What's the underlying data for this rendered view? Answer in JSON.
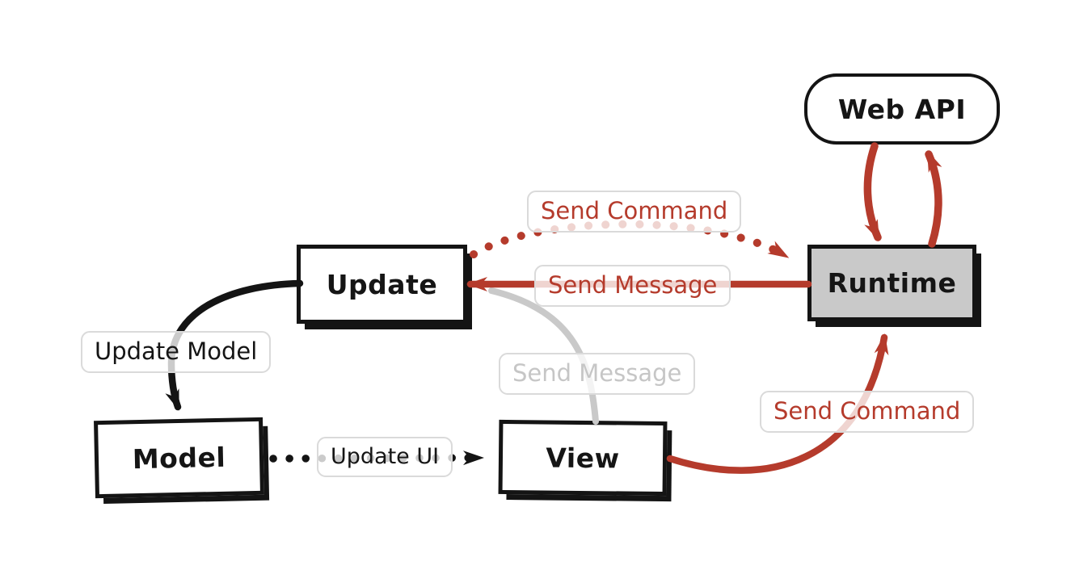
{
  "diagram": {
    "type": "architecture-flow-diagram",
    "nodes": {
      "web_api": {
        "label": "Web API",
        "shape": "rounded",
        "fill": "#ffffff"
      },
      "runtime": {
        "label": "Runtime",
        "shape": "rect",
        "fill": "#c9c9c9"
      },
      "update": {
        "label": "Update",
        "shape": "rect",
        "fill": "#ffffff"
      },
      "model": {
        "label": "Model",
        "shape": "rect",
        "fill": "#ffffff"
      },
      "view": {
        "label": "View",
        "shape": "rect",
        "fill": "#ffffff"
      }
    },
    "edges": [
      {
        "from": "Update",
        "to": "Runtime",
        "label": "Send Command",
        "style": "dotted",
        "color": "#b53b2c"
      },
      {
        "from": "Runtime",
        "to": "Update",
        "label": "Send Message",
        "style": "solid",
        "color": "#b53b2c"
      },
      {
        "from": "View",
        "to": "Update",
        "label": "Send Message",
        "style": "solid",
        "color": "#c9c9c9"
      },
      {
        "from": "View",
        "to": "Runtime",
        "label": "Send Command",
        "style": "solid",
        "color": "#b53b2c"
      },
      {
        "from": "Update",
        "to": "Model",
        "label": "Update Model",
        "style": "solid",
        "color": "#141414"
      },
      {
        "from": "Model",
        "to": "View",
        "label": "Update UI",
        "style": "dotted",
        "color": "#141414"
      },
      {
        "from": "Web API",
        "to": "Runtime",
        "label": "",
        "style": "solid",
        "color": "#b53b2c"
      },
      {
        "from": "Runtime",
        "to": "Web API",
        "label": "",
        "style": "solid",
        "color": "#b53b2c"
      }
    ],
    "colors": {
      "accent_red": "#b53b2c",
      "ink_black": "#141414",
      "muted_gray": "#c9c9c9",
      "label_border": "#dadada",
      "runtime_fill": "#c9c9c9"
    }
  }
}
